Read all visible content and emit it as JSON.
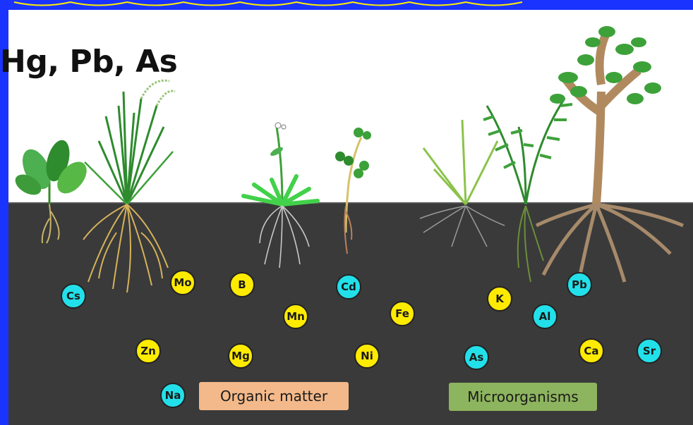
{
  "heading": {
    "text": "Hg, Pb, As"
  },
  "elements": [
    {
      "symbol": "Cs",
      "color": "cyan"
    },
    {
      "symbol": "Mo",
      "color": "yellow"
    },
    {
      "symbol": "B",
      "color": "yellow"
    },
    {
      "symbol": "Cd",
      "color": "cyan"
    },
    {
      "symbol": "Mn",
      "color": "yellow"
    },
    {
      "symbol": "Fe",
      "color": "yellow"
    },
    {
      "symbol": "K",
      "color": "yellow"
    },
    {
      "symbol": "Pb",
      "color": "cyan"
    },
    {
      "symbol": "Al",
      "color": "cyan"
    },
    {
      "symbol": "Zn",
      "color": "yellow"
    },
    {
      "symbol": "Mg",
      "color": "yellow"
    },
    {
      "symbol": "Ni",
      "color": "yellow"
    },
    {
      "symbol": "As",
      "color": "cyan"
    },
    {
      "symbol": "Ca",
      "color": "yellow"
    },
    {
      "symbol": "Sr",
      "color": "cyan"
    },
    {
      "symbol": "Na",
      "color": "cyan"
    }
  ],
  "labels": {
    "organic_matter": "Organic matter",
    "microorganisms": "Microorganisms"
  },
  "colors": {
    "slide_border": "#1a33ff",
    "soil": "#3a3a3a",
    "sky": "#ffffff",
    "badge_yellow": "#ffeb00",
    "badge_cyan": "#22e0ea",
    "organic_box": "#f4b98a",
    "micro_box": "#8db45e"
  }
}
